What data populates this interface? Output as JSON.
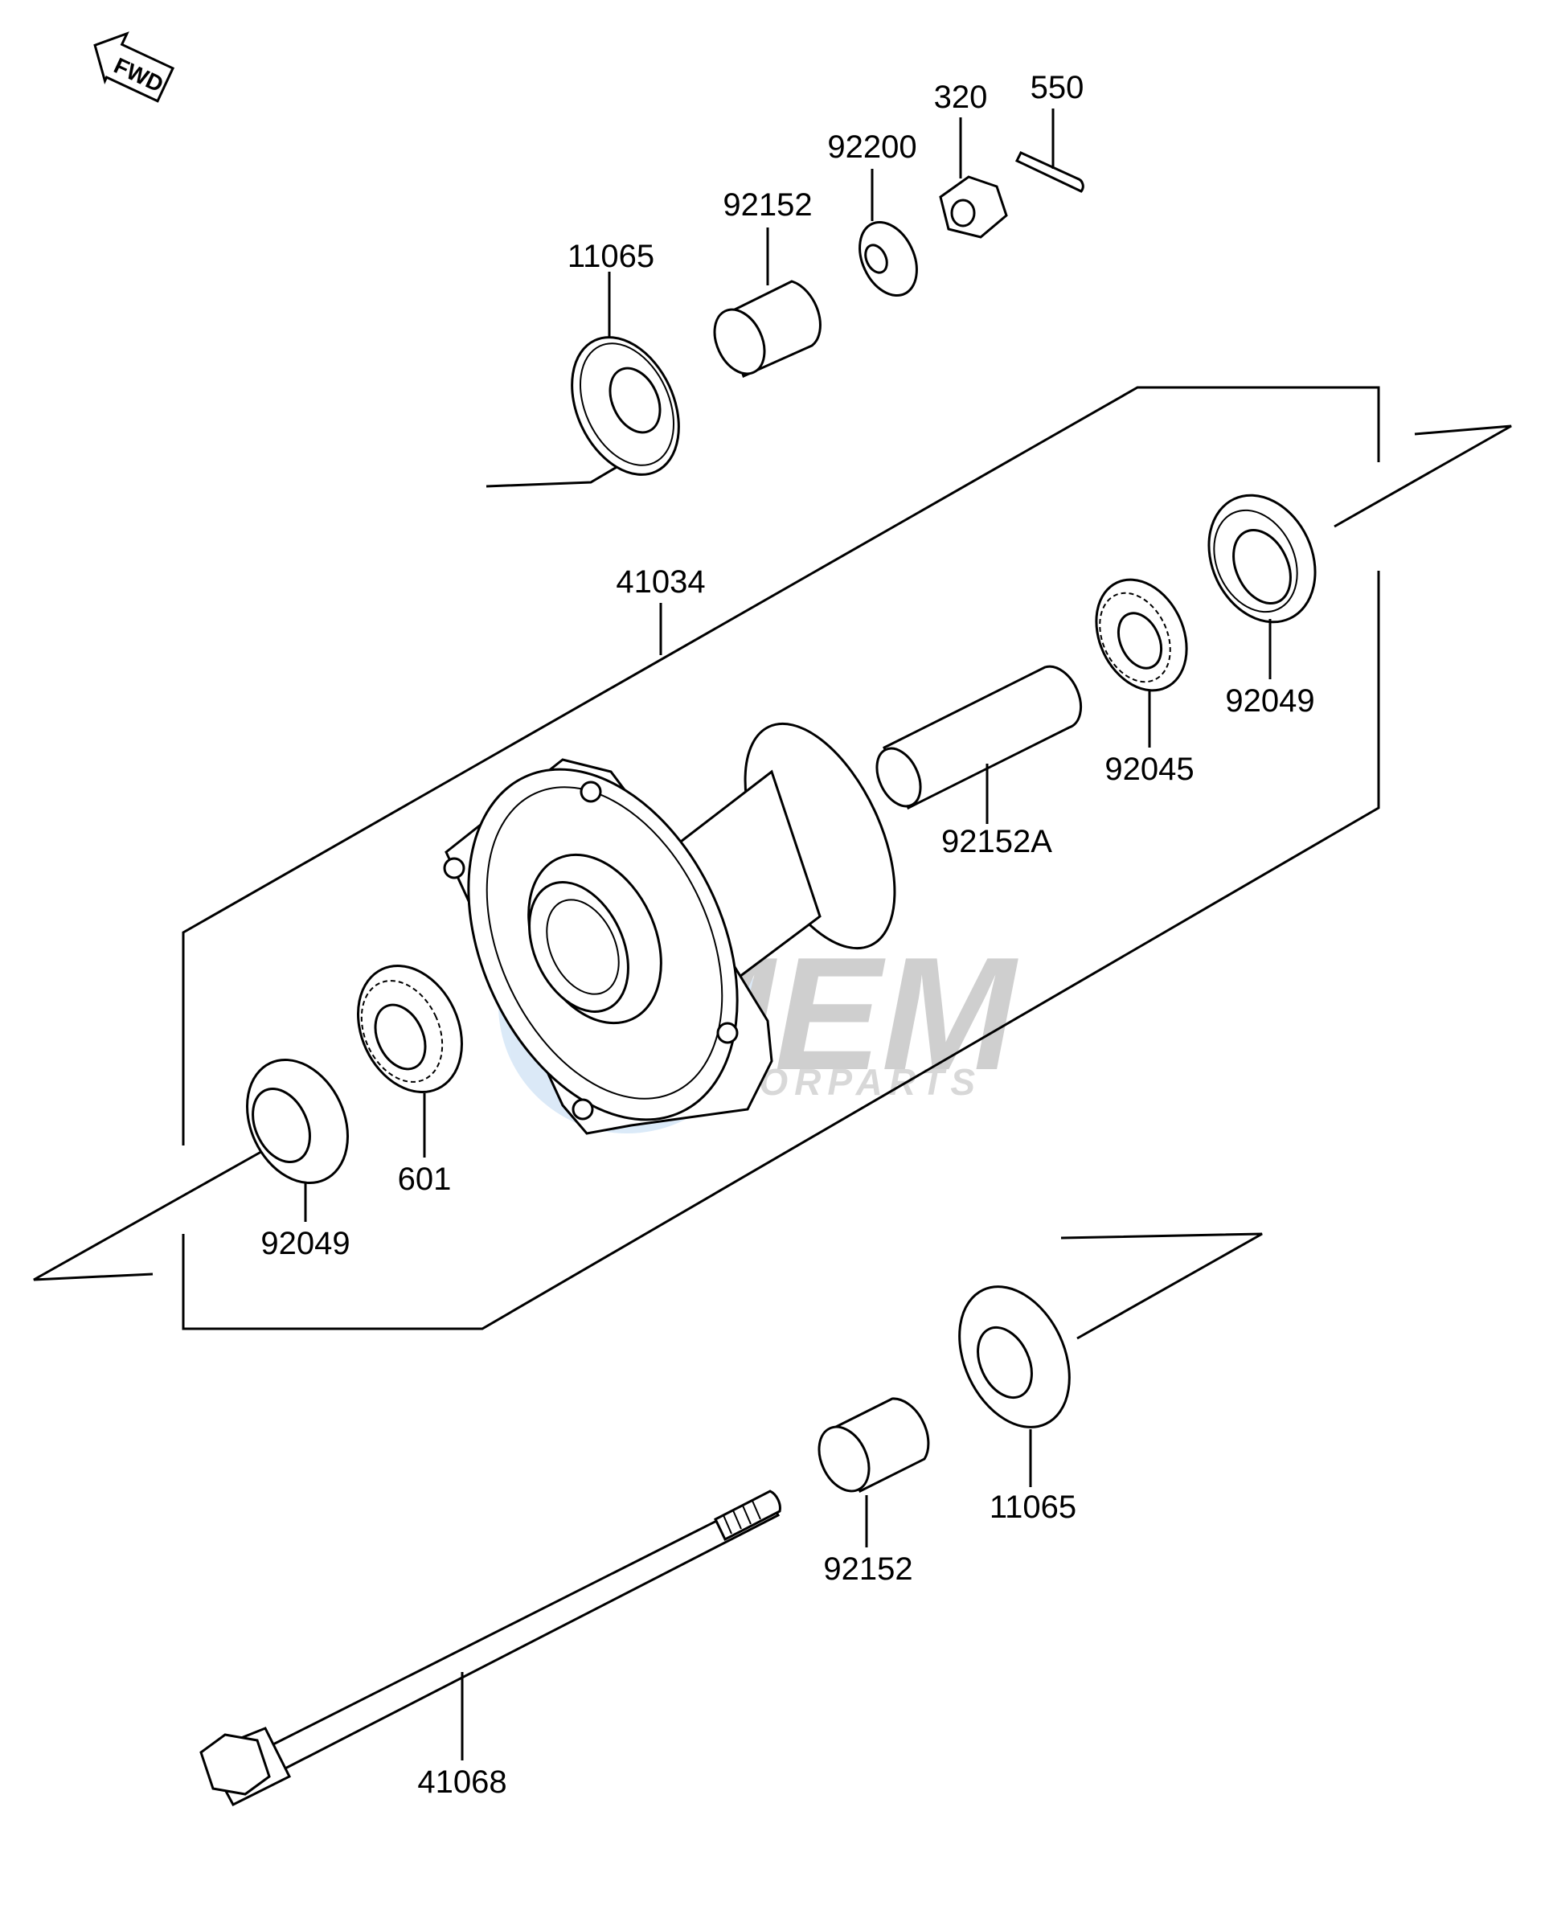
{
  "diagram": {
    "fwd_label": "FWD",
    "watermark": {
      "brand": "MEM",
      "sub": "MOTORPARTS",
      "color": "#4a90d9"
    },
    "labels": {
      "p11065_top": "11065",
      "p92152_top": "92152",
      "p92200": "92200",
      "p320": "320",
      "p550": "550",
      "p41034": "41034",
      "p92049_right": "92049",
      "p92045": "92045",
      "p92152A": "92152A",
      "p601": "601",
      "p92049_left": "92049",
      "p11065_bottom": "11065",
      "p92152_bottom": "92152",
      "p41068": "41068"
    }
  }
}
